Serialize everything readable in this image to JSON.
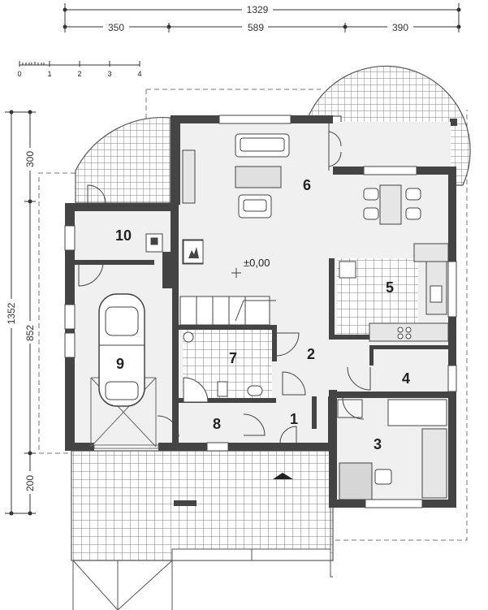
{
  "dimensions": {
    "total_width": "1329",
    "segment_left": "350",
    "segment_middle": "589",
    "segment_right": "390",
    "total_height": "1352",
    "segment_top": "300",
    "segment_middle_vertical": "852",
    "segment_bottom": "200"
  },
  "scale_bar": {
    "ticks": [
      "0",
      "1",
      "2",
      "3",
      "4"
    ]
  },
  "level_mark": "±0,00",
  "rooms": [
    "1",
    "2",
    "3",
    "4",
    "5",
    "6",
    "7",
    "8",
    "9",
    "10"
  ],
  "colors": {
    "wall": "#444444",
    "floor": "#eeeeee",
    "grid": "#555555",
    "room_fill": "#f0f0f0"
  }
}
